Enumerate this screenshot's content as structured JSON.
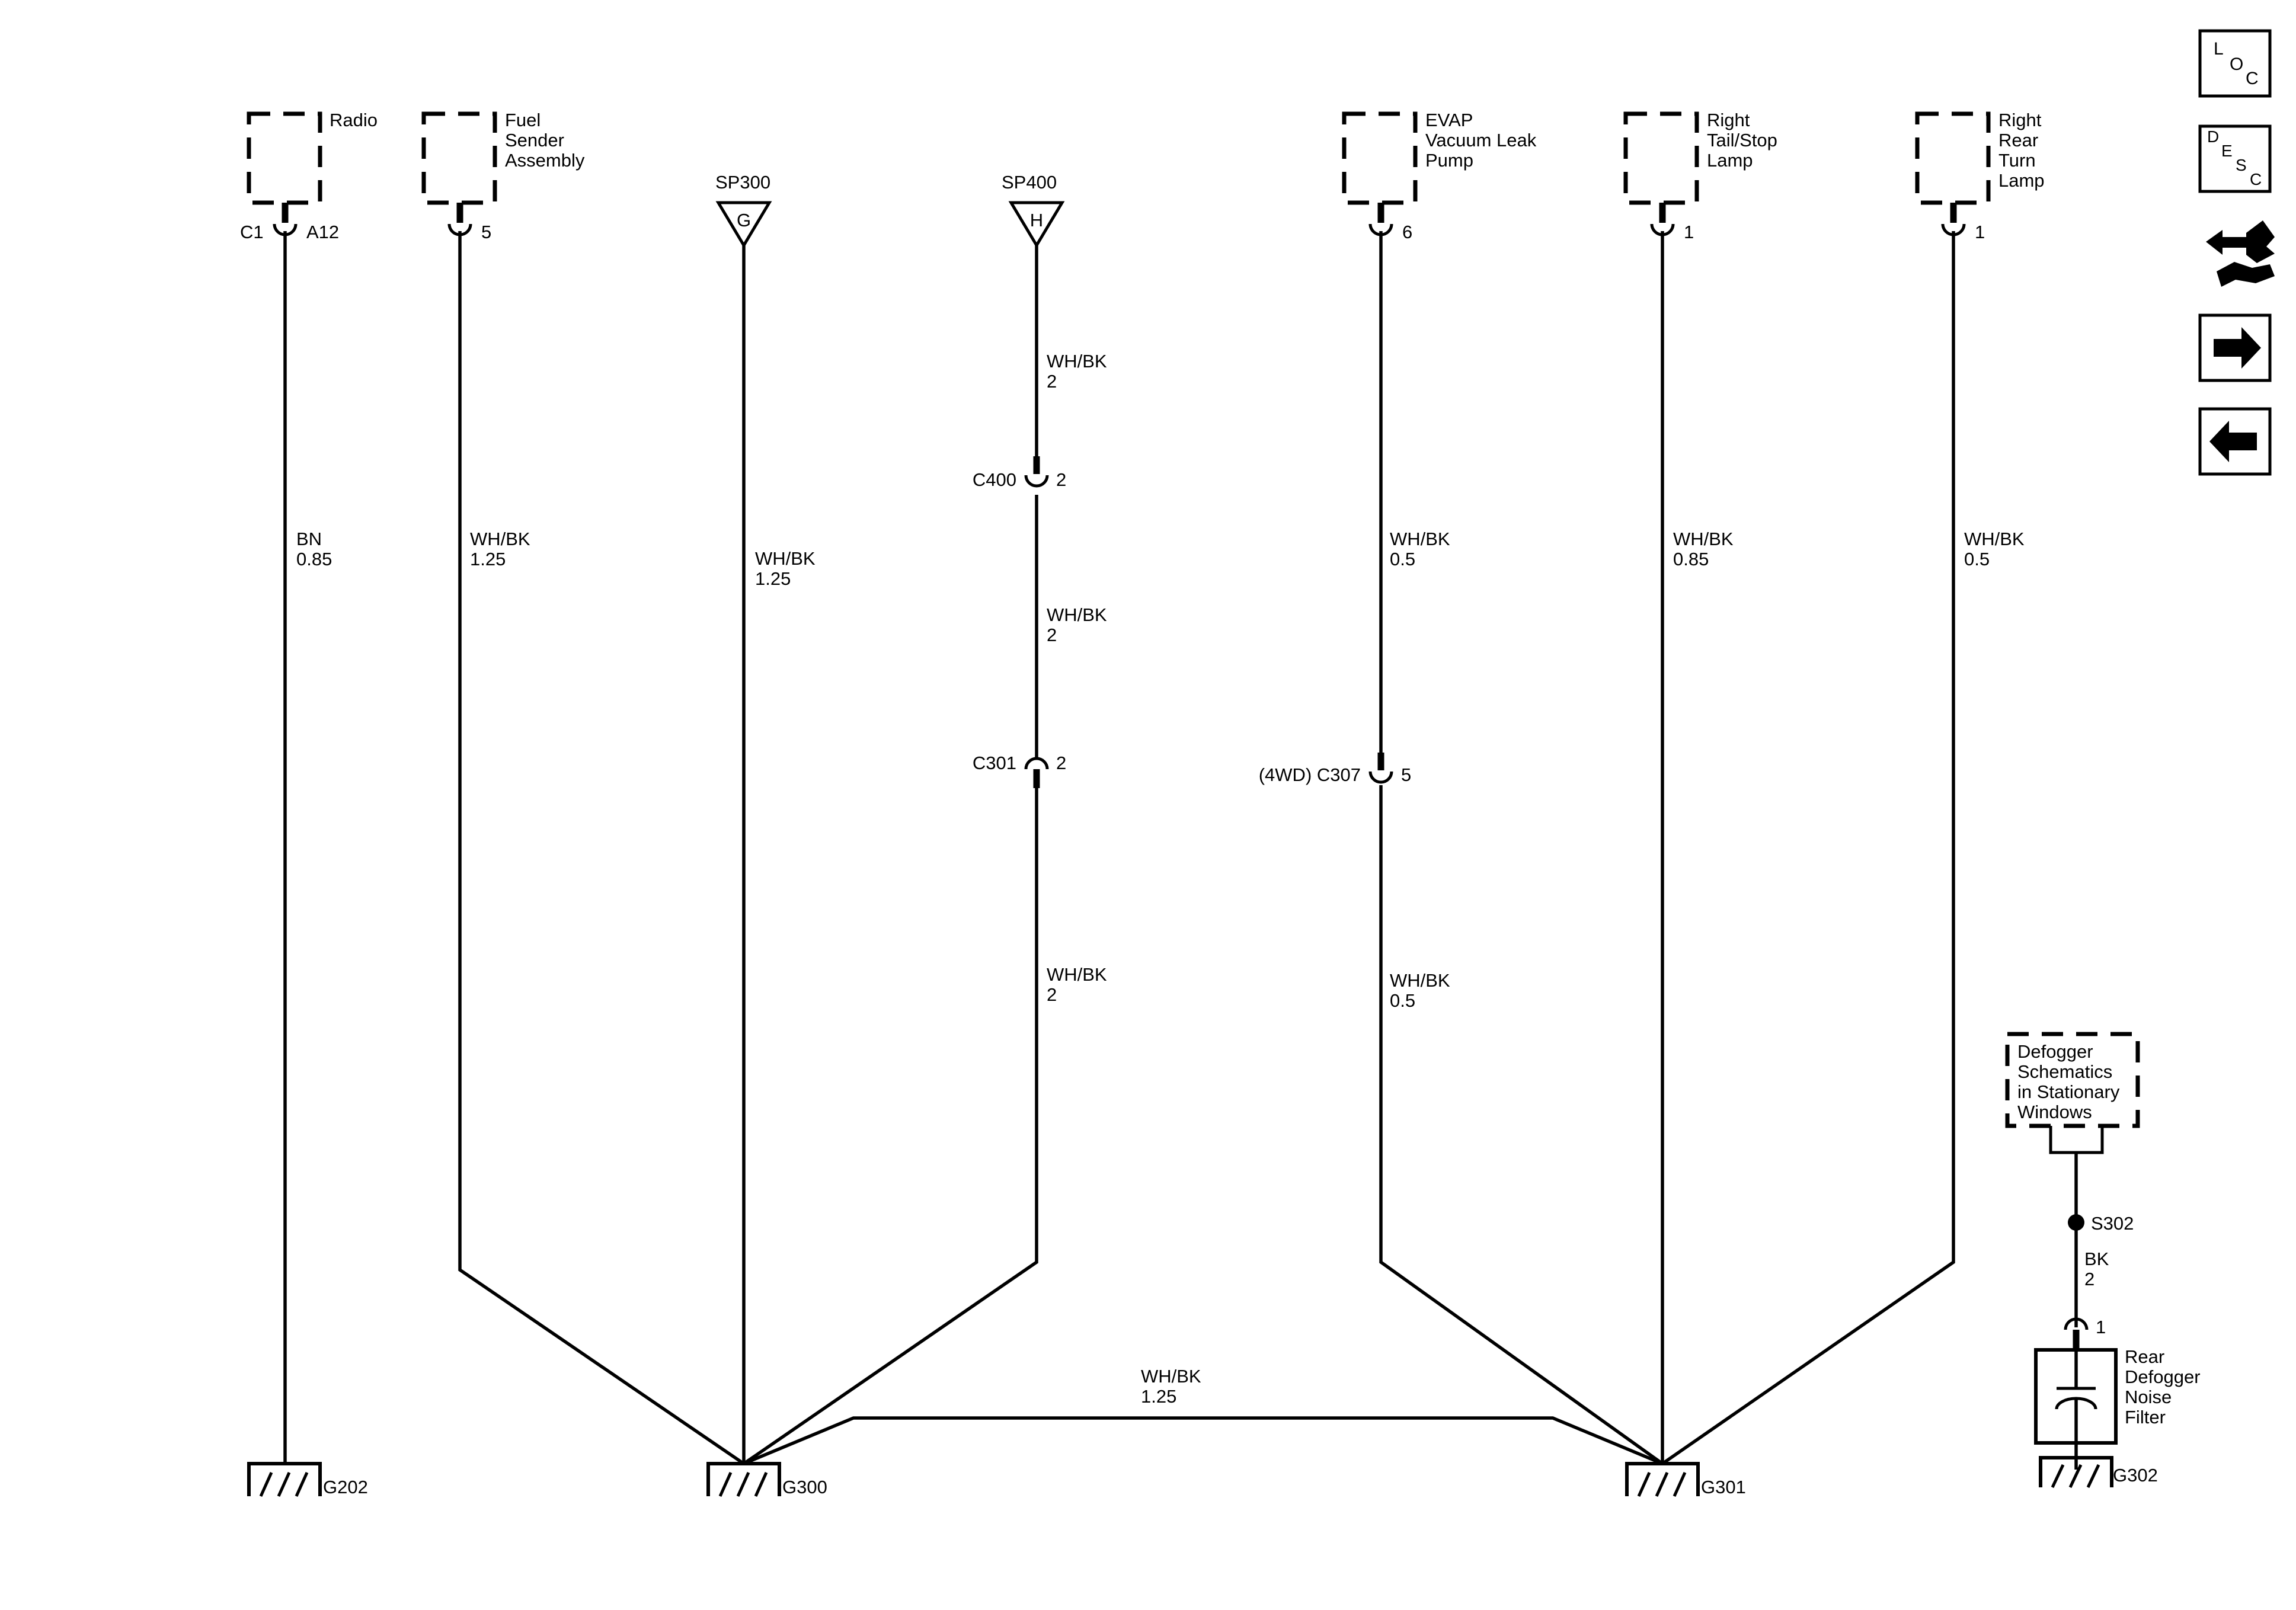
{
  "components": {
    "radio": [
      "Radio"
    ],
    "fuel_sender": [
      "Fuel",
      "Sender",
      "Assembly"
    ],
    "evap": [
      "EVAP",
      "Vacuum Leak",
      "Pump"
    ],
    "tail_lamp": [
      "Right",
      "Tail/Stop",
      "Lamp"
    ],
    "turn_lamp": [
      "Right",
      "Rear",
      "Turn",
      "Lamp"
    ],
    "defogger_ref": [
      "Defogger",
      "Schematics",
      "in Stationary",
      "Windows"
    ],
    "noise_filter": [
      "Rear",
      "Defogger",
      "Noise",
      "Filter"
    ]
  },
  "splices": {
    "sp300": {
      "name": "SP300",
      "letter": "G"
    },
    "sp400": {
      "name": "SP400",
      "letter": "H"
    },
    "s302": "S302"
  },
  "connectors": {
    "radio_conn": "C1",
    "radio_pin": "A12",
    "fuel_pin": "5",
    "evap_pin": "6",
    "tail_pin": "1",
    "turn_pin": "1",
    "c400": "C400",
    "c400_pin": "2",
    "c301": "C301",
    "c301_pin": "2",
    "c307": "(4WD) C307",
    "c307_pin": "5",
    "filter_pin": "1"
  },
  "wires": {
    "radio": [
      "BN",
      "0.85"
    ],
    "fuel": [
      "WH/BK",
      "1.25"
    ],
    "sp300": [
      "WH/BK",
      "1.25"
    ],
    "sp400_top": [
      "WH/BK",
      "2"
    ],
    "sp400_mid": [
      "WH/BK",
      "2"
    ],
    "sp400_low": [
      "WH/BK",
      "2"
    ],
    "evap_top": [
      "WH/BK",
      "0.5"
    ],
    "evap_low": [
      "WH/BK",
      "0.5"
    ],
    "tail": [
      "WH/BK",
      "0.85"
    ],
    "turn": [
      "WH/BK",
      "0.5"
    ],
    "bus": [
      "WH/BK",
      "1.25"
    ],
    "defog": [
      "BK",
      "2"
    ]
  },
  "grounds": {
    "g202": "G202",
    "g300": "G300",
    "g301": "G301",
    "g302": "G302"
  },
  "nav": {
    "loc": [
      "L",
      "O",
      "C"
    ],
    "desc": [
      "D",
      "E",
      "S",
      "C"
    ],
    "icons": [
      "diagnostic-icon",
      "next-arrow-icon",
      "previous-arrow-icon"
    ]
  }
}
